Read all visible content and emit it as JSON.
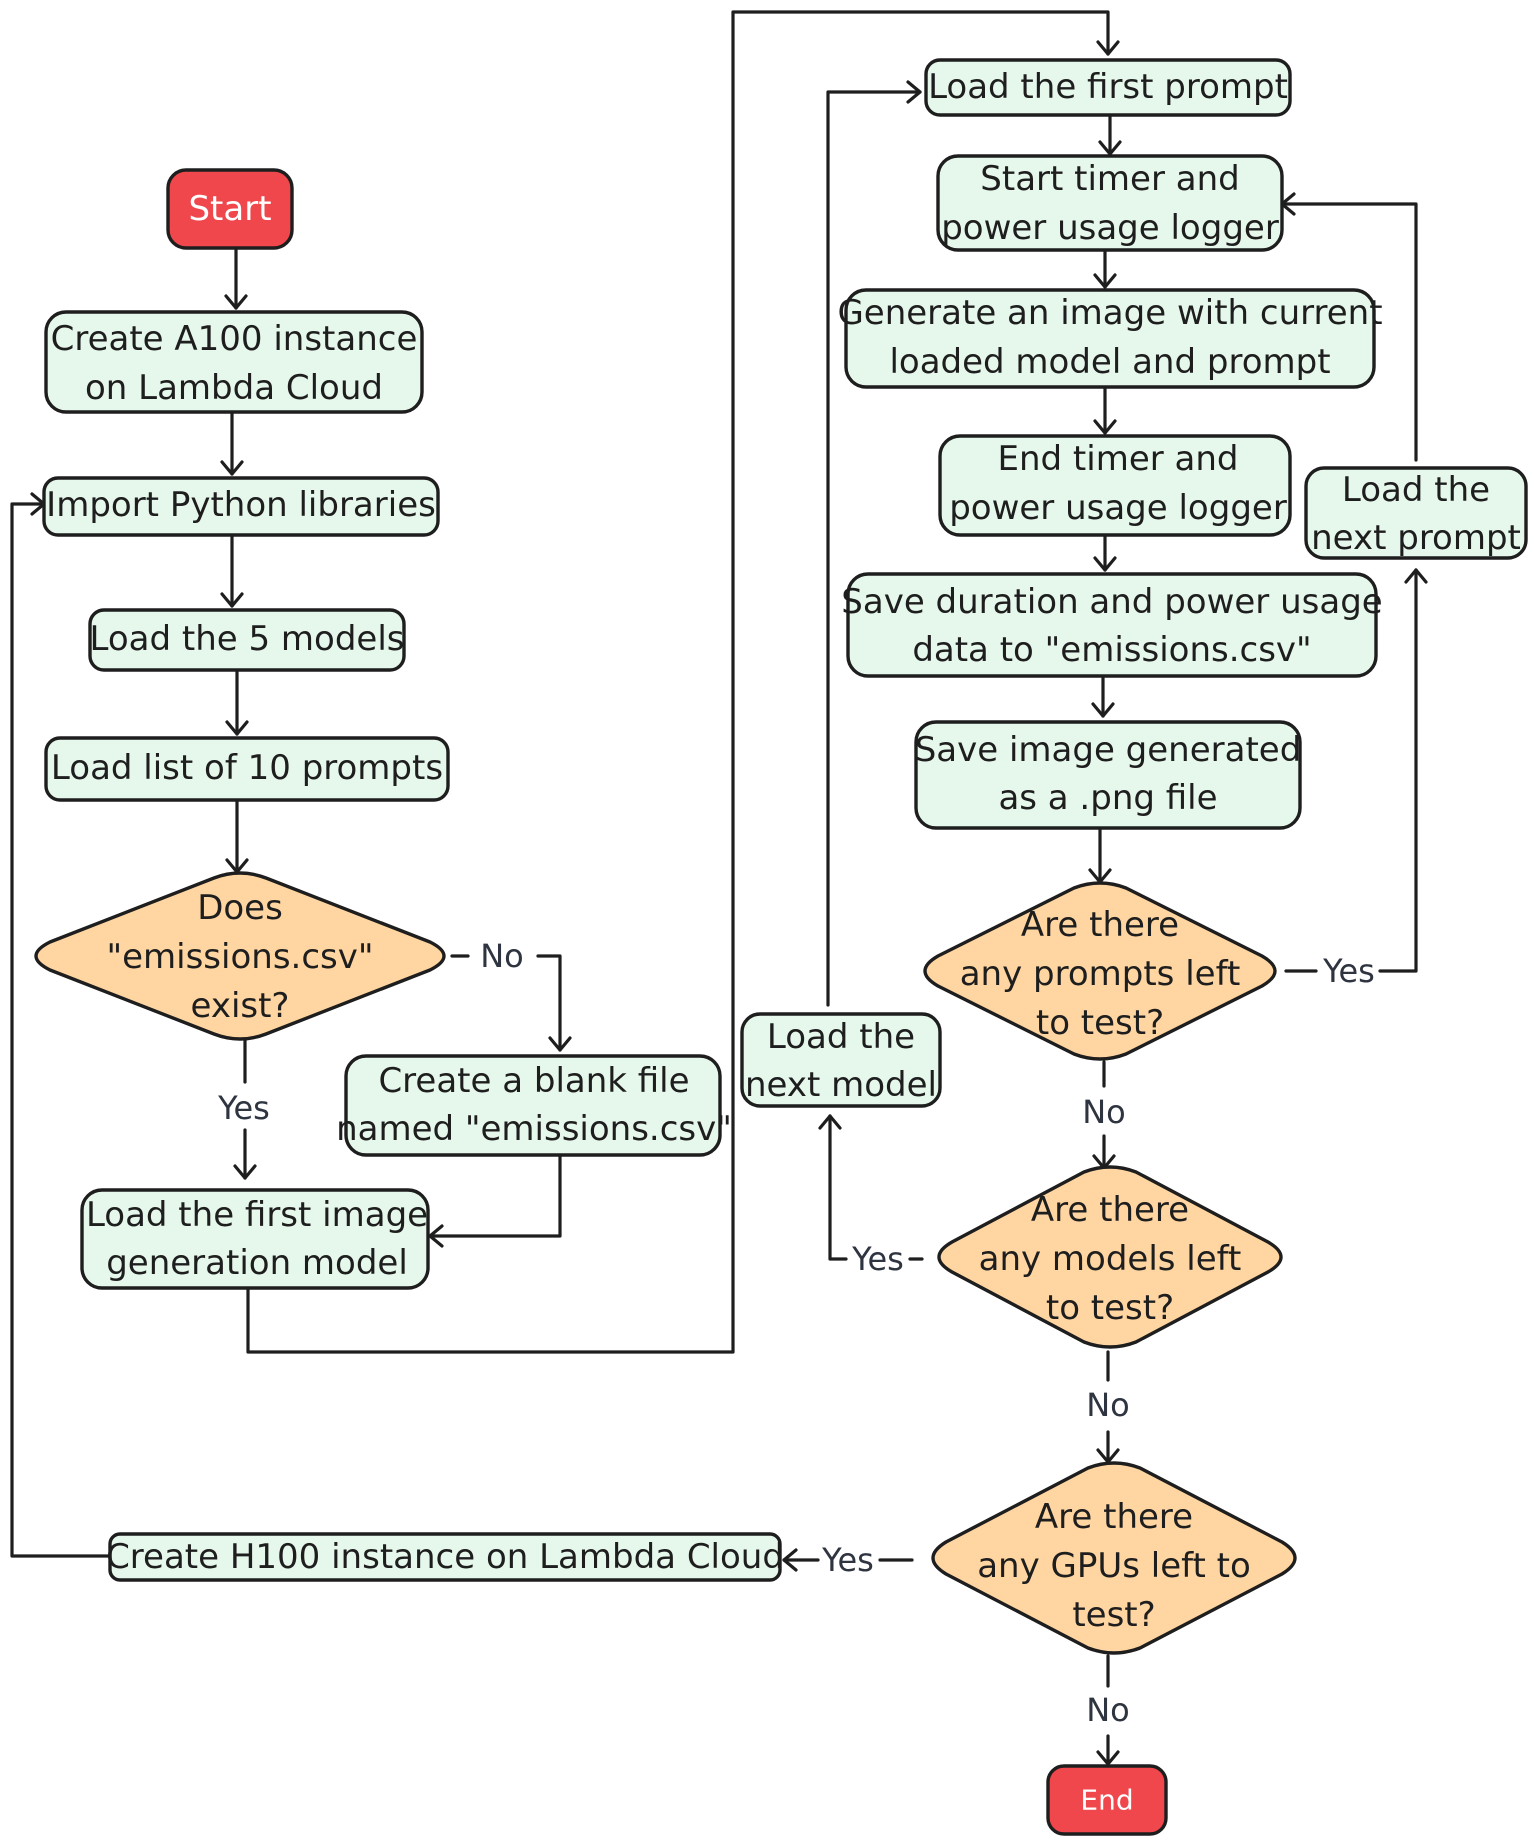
{
  "nodes": {
    "start": {
      "label": "Start"
    },
    "create_a100": {
      "line1": "Create A100 instance",
      "line2": "on Lambda Cloud"
    },
    "import_libs": {
      "label": "Import Python libraries"
    },
    "load_models": {
      "label": "Load the 5 models"
    },
    "load_prompts": {
      "label": "Load list of 10 prompts"
    },
    "emissions_exists": {
      "line1": "Does",
      "line2": "\"emissions.csv\"",
      "line3": "exist?"
    },
    "create_blank": {
      "line1": "Create a blank file",
      "line2": "named \"emissions.csv\""
    },
    "load_first_model": {
      "line1": "Load the first image",
      "line2": "generation model"
    },
    "load_first_prompt": {
      "label": "Load the first prompt"
    },
    "start_timer": {
      "line1": "Start timer and",
      "line2": "power usage logger"
    },
    "generate_image": {
      "line1": "Generate an image with current",
      "line2": "loaded model and prompt"
    },
    "end_timer": {
      "line1": "End timer and",
      "line2": "power usage logger"
    },
    "save_duration": {
      "line1": "Save duration and power usage",
      "line2": "data to \"emissions.csv\""
    },
    "save_image": {
      "line1": "Save image generated",
      "line2": "as a .png file"
    },
    "prompts_left": {
      "line1": "Are there",
      "line2": "any prompts left",
      "line3": "to test?"
    },
    "load_next_prompt": {
      "line1": "Load the",
      "line2": "next prompt"
    },
    "models_left": {
      "line1": "Are there",
      "line2": "any models left",
      "line3": "to test?"
    },
    "load_next_model": {
      "line1": "Load the",
      "line2": "next model"
    },
    "gpus_left": {
      "line1": "Are there",
      "line2": "any GPUs left to",
      "line3": "test?"
    },
    "create_h100": {
      "label": "Create H100 instance on Lambda Cloud"
    },
    "end": {
      "label": "End"
    }
  },
  "edge_labels": {
    "emissions_no": "No",
    "emissions_yes": "Yes",
    "prompts_yes": "Yes",
    "prompts_no": "No",
    "models_yes": "Yes",
    "models_no": "No",
    "gpus_yes": "Yes",
    "gpus_no": "No"
  },
  "colors": {
    "process_fill": "#e6f8ec",
    "decision_fill": "#ffd6a2",
    "terminal_fill": "#f0474c",
    "stroke": "#1e1e1e"
  }
}
